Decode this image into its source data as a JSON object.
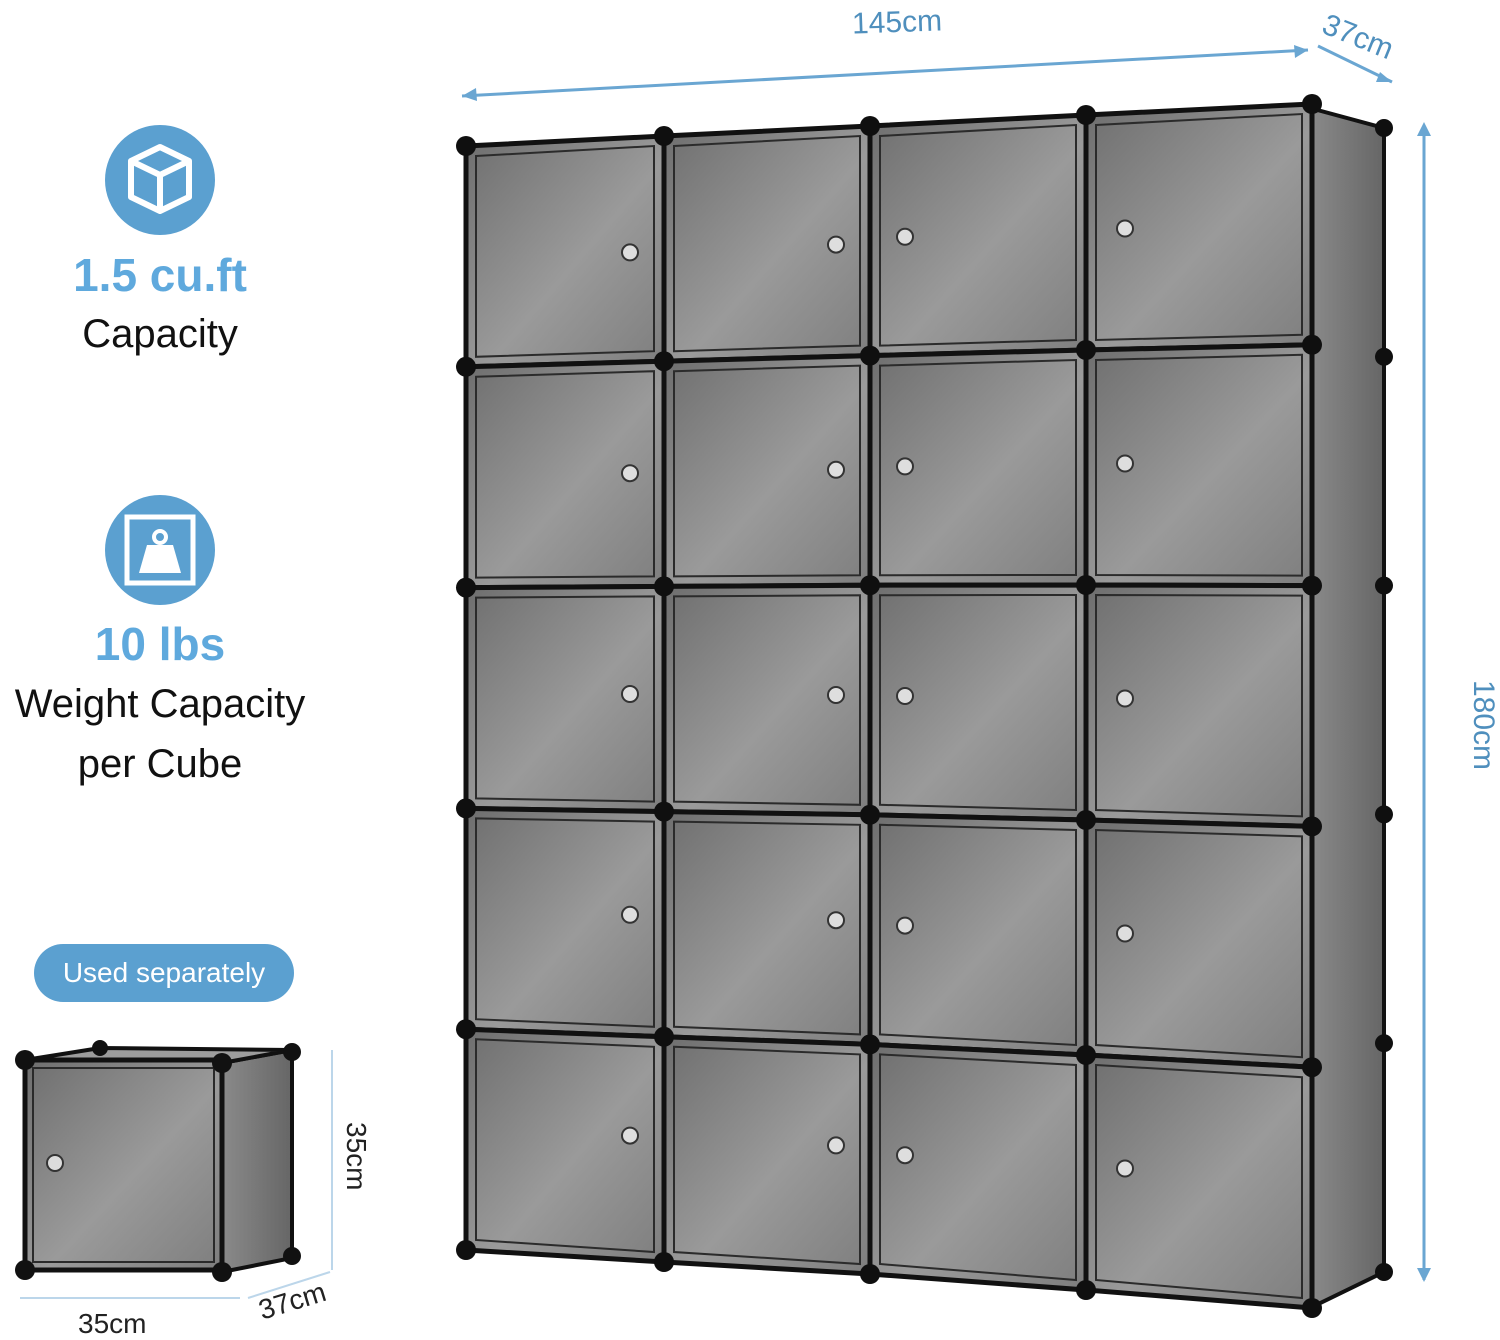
{
  "features": {
    "capacity": {
      "value": "1.5 cu.ft",
      "label": "Capacity",
      "icon": "cube-icon"
    },
    "weight": {
      "value": "10 lbs",
      "label_line1": "Weight Capacity",
      "label_line2": "per Cube",
      "icon": "weight-icon"
    }
  },
  "single_cube": {
    "badge": "Used separately",
    "height": "35cm",
    "width": "35cm",
    "depth": "37cm"
  },
  "cabinet": {
    "width": "145cm",
    "depth": "37cm",
    "height": "180cm",
    "columns": 4,
    "rows": 5
  },
  "colors": {
    "accent": "#5ba0d0",
    "accent_text": "#5fa9dd",
    "dimension_line": "#6aa6d2",
    "panel": "#7a7a7a",
    "frame": "#111111"
  }
}
